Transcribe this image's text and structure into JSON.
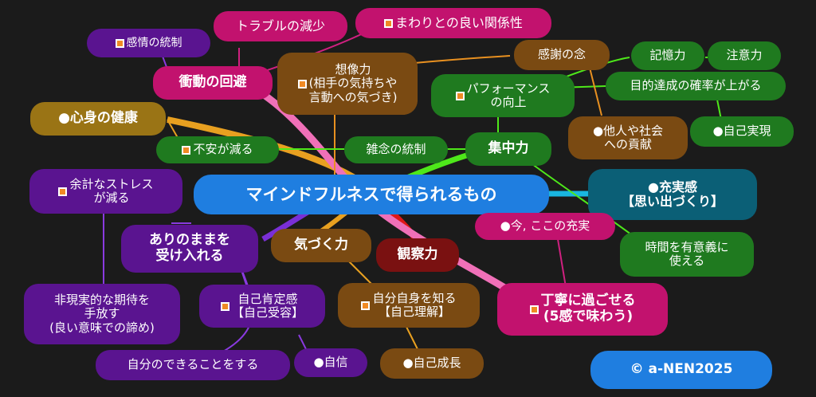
{
  "colors": {
    "pink": "#c2126e",
    "purple": "#5a1490",
    "brown": "#7a4a12",
    "green": "#1f7a1f",
    "gold": "#9a7415",
    "teal": "#0b5f76",
    "darkred": "#7a1111",
    "blue": "#1f7ee0",
    "background": "#1b1b1b"
  },
  "icons": {
    "bullet_square": "orange-square-icon",
    "bullet_circle": "white-circle"
  },
  "nodes": {
    "center": "マインドフルネスで得られるもの",
    "trouble": "トラブルの減少",
    "relations": "まわりとの良い関係性",
    "emotion_control": "感情の統制",
    "impulse": "衝動の回避",
    "imagination": "想像力\n(相手の気持ちや\n言動への気づき)",
    "gratitude": "感謝の念",
    "memory": "記憶力",
    "attention": "注意力",
    "performance": "パフォーマンス\nの向上",
    "goal_rate": "目的達成の確率が上がる",
    "health": "●心身の健康",
    "contribution": "●他人や社会\nへの貢献",
    "self_actualization": "●自己実現",
    "anxiety": "不安が減る",
    "noise_control": "雑念の統制",
    "focus": "集中力",
    "stress": "余計なストレス\nが減る",
    "fulfillment": "●充実感\n【思い出づくり】",
    "now_here": "●今, ここの充実",
    "acceptance": "ありのままを\n受け入れる",
    "awareness": "気づく力",
    "observation": "観察力",
    "meaningful_time": "時間を有意義に\n使える",
    "unrealistic": "非現実的な期待を\n手放す\n(良い意味での諦め)",
    "self_affirmation": "自己肯定感\n【自己受容】",
    "self_knowledge": "自分自身を知る\n【自己理解】",
    "careful": "丁寧に過ごせる\n(5感で味わう)",
    "do_what_can": "自分のできることをする",
    "confidence": "●自信",
    "growth": "●自己成長",
    "copyright": "© a-NEN2025"
  }
}
